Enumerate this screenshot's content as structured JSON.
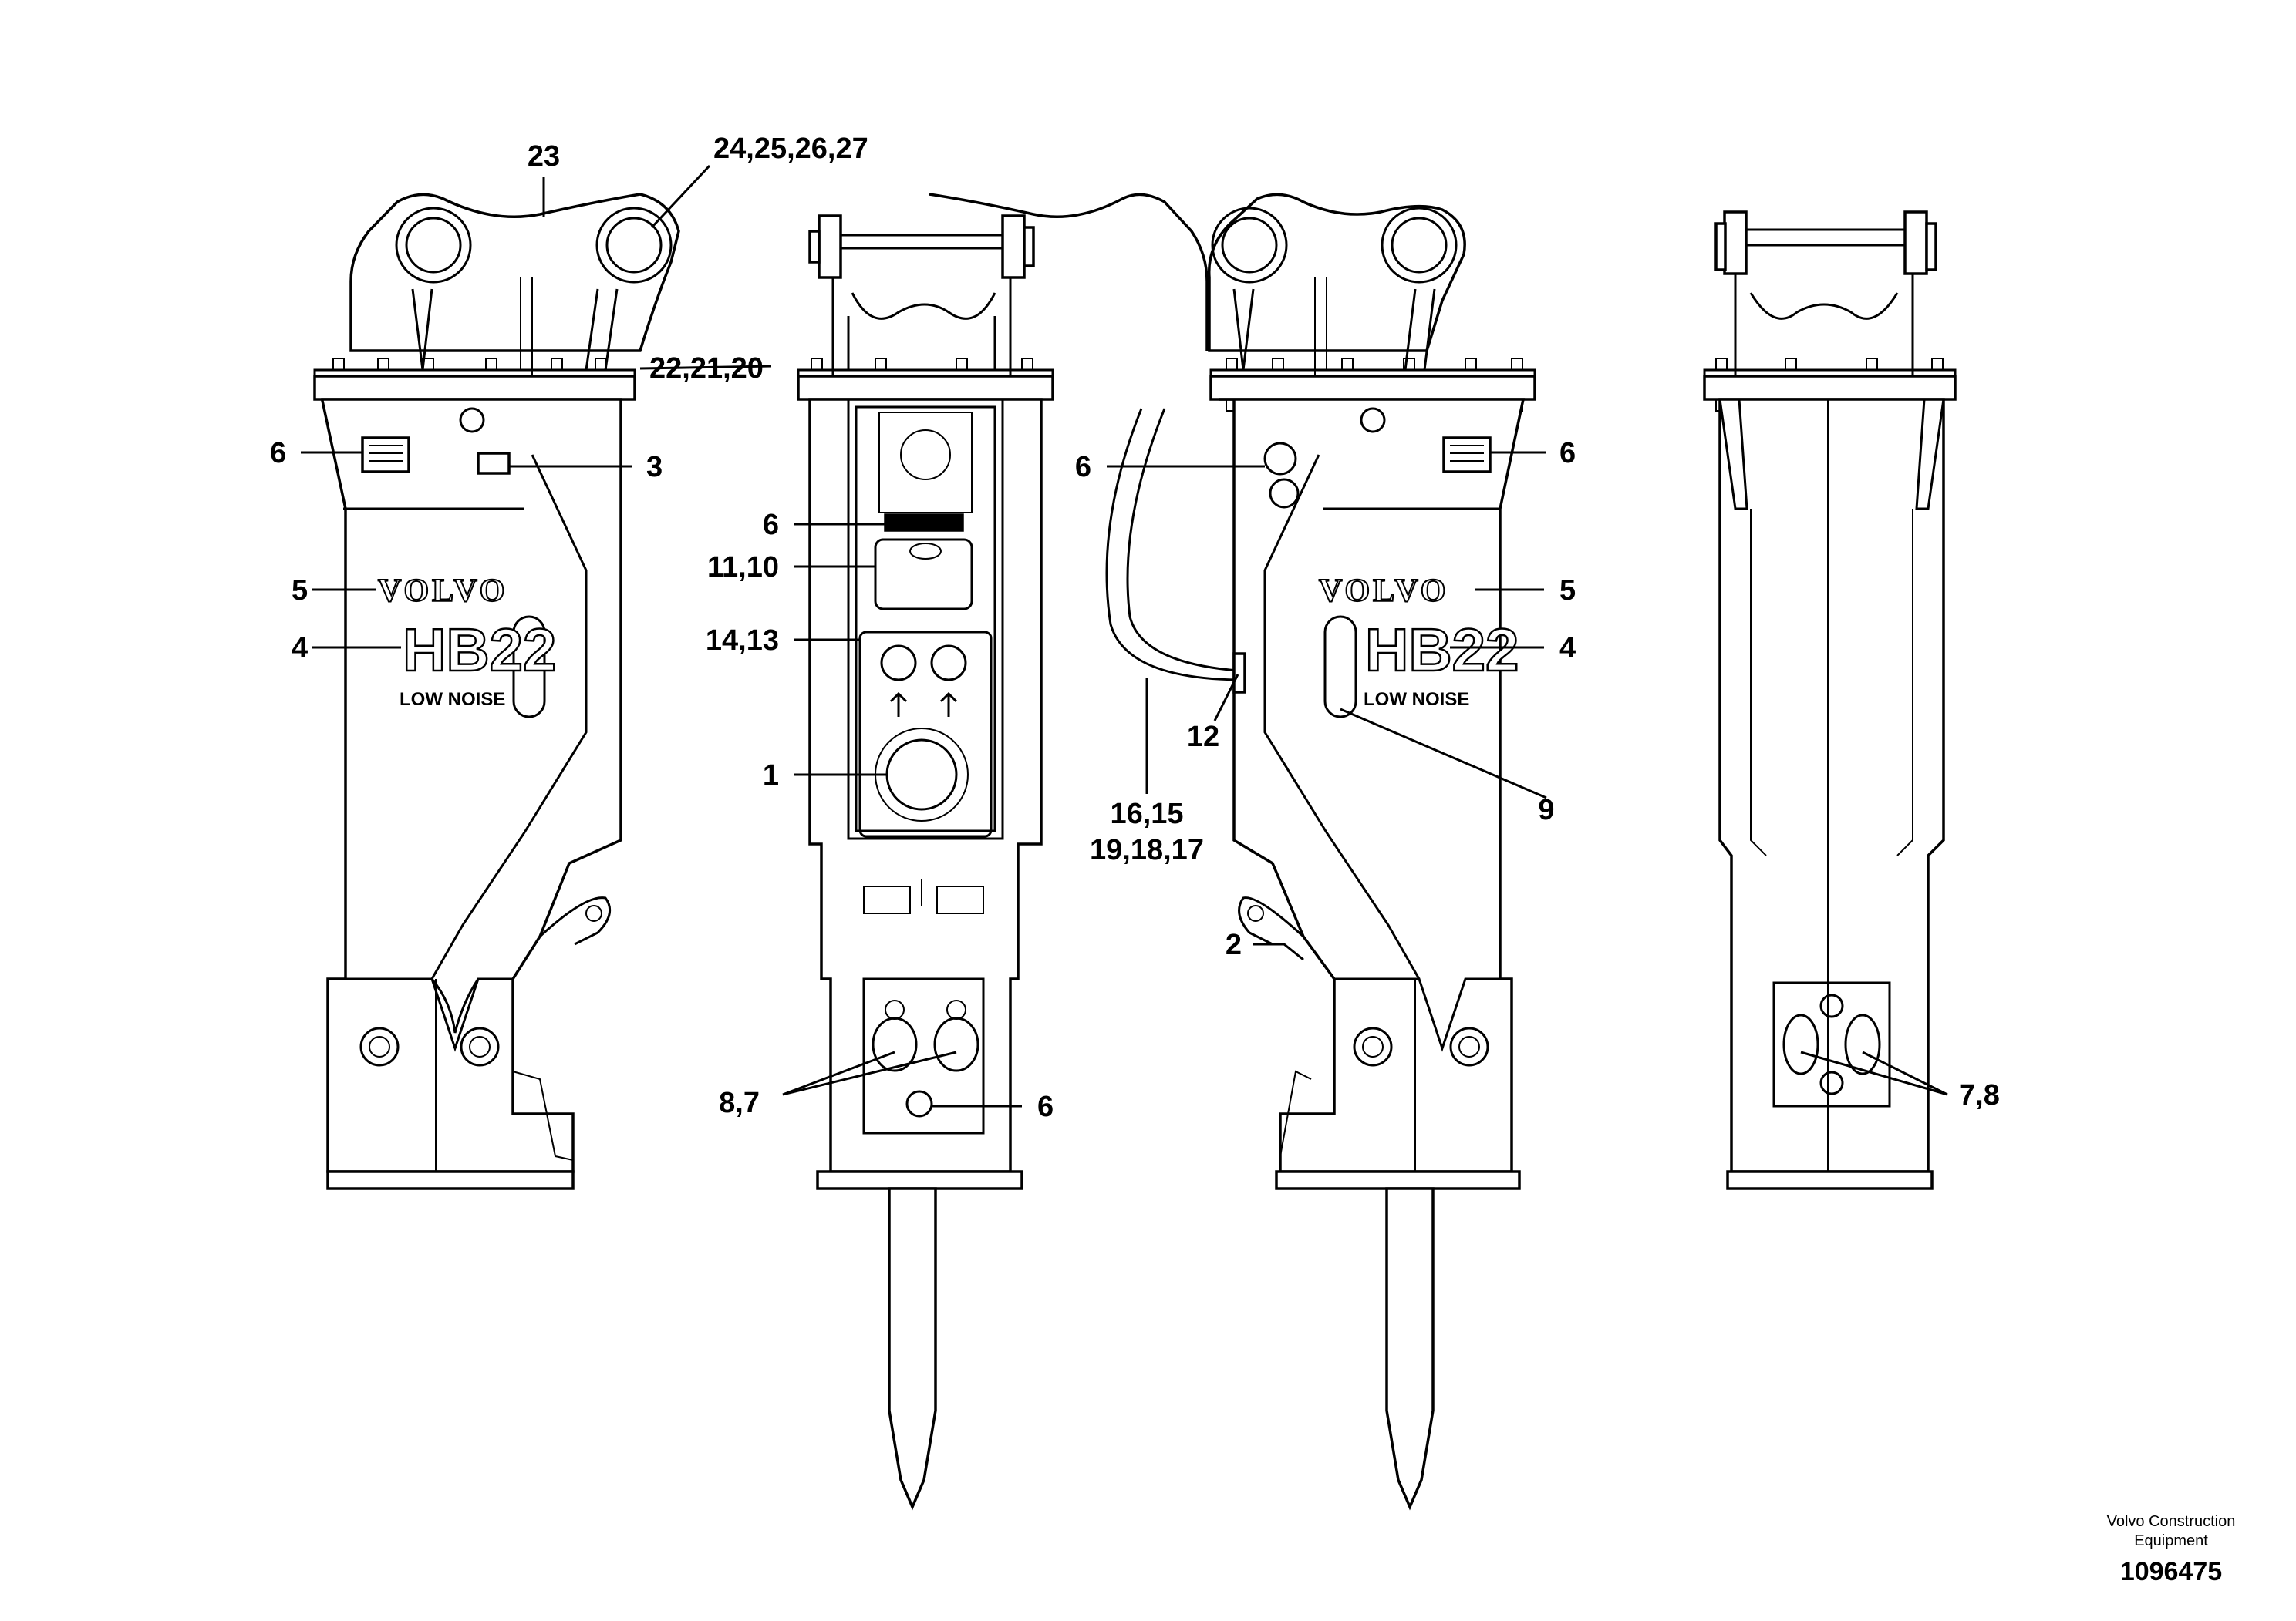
{
  "brand_text": "VOLVO",
  "model_text": "HB22",
  "model_sub_text": "LOW NOISE",
  "callouts": {
    "c23": "23",
    "c24": "24,25,26,27",
    "c22": "22,21,20",
    "c6_v1": "6",
    "c3": "3",
    "c5_v1": "5",
    "c4_v1": "4",
    "c6_v2_top": "6",
    "c11": "11,10",
    "c14": "14,13",
    "c1": "1",
    "c8": "8,7",
    "c6_v2_bottom": "6",
    "c6_v3_hose": "6",
    "c12": "12",
    "c16": "16,15",
    "c19": "19,18,17",
    "c2": "2",
    "c6_v3_right": "6",
    "c5_v3": "5",
    "c4_v3": "4",
    "c9": "9",
    "c7": "7,8"
  },
  "footer": {
    "company_line1": "Volvo Construction",
    "company_line2": "Equipment",
    "drawing_number": "1096475"
  }
}
